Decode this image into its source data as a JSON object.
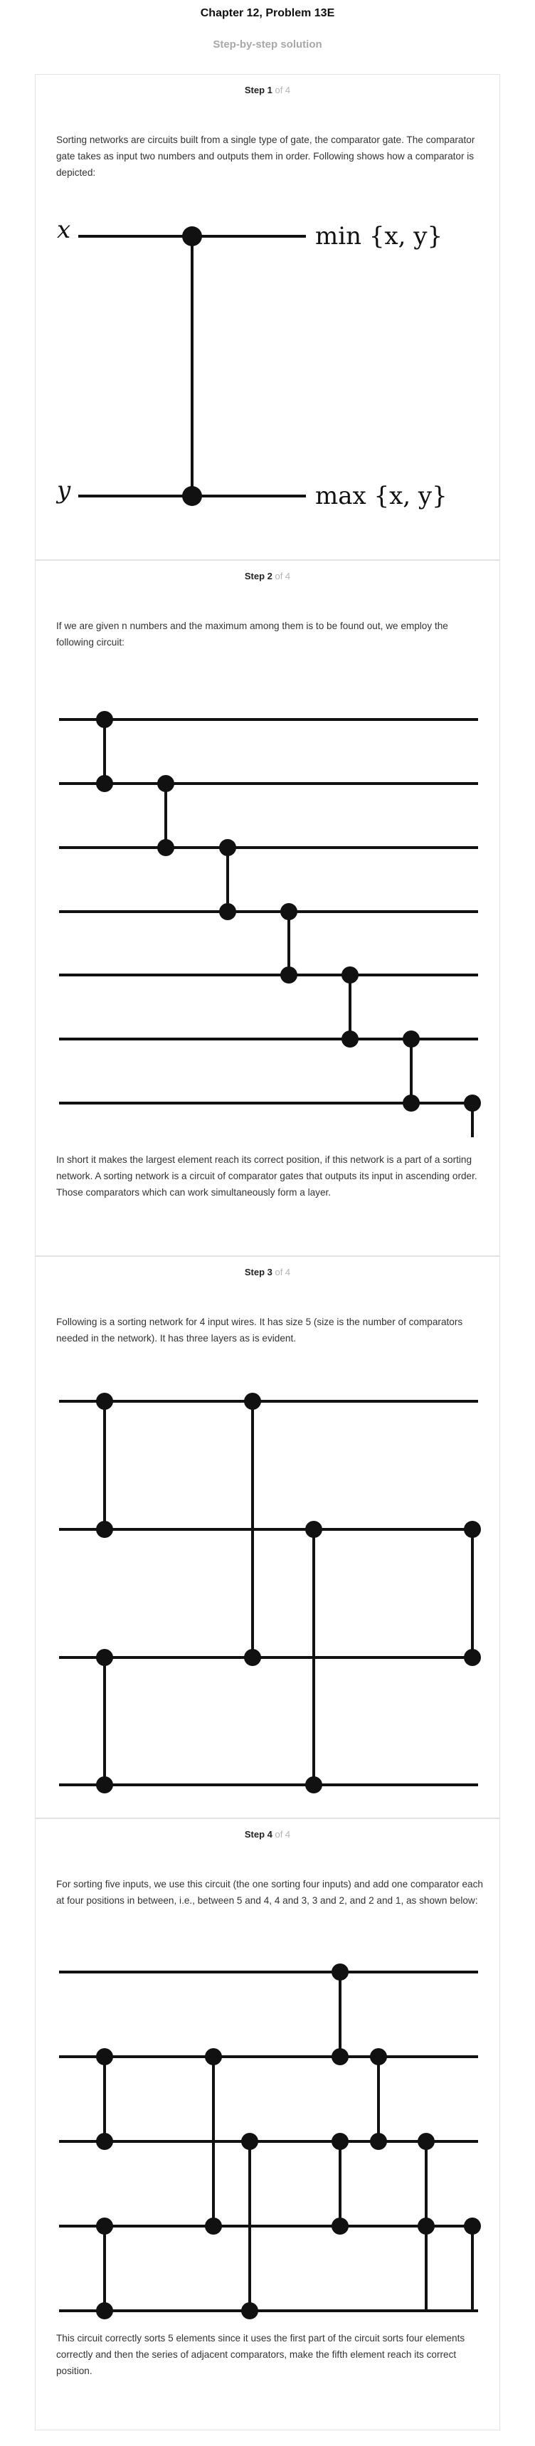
{
  "header": {
    "title": "Chapter 12, Problem 13E",
    "subtitle": "Step-by-step solution"
  },
  "steps": [
    {
      "label": "Step 1",
      "of": " of 4",
      "paragraphs": [
        "Sorting networks are circuits built from a single type of gate, the comparator gate. The comparator gate takes as input two numbers and outputs them in order. Following shows how a comparator is depicted:"
      ],
      "figure": {
        "in_top": "x",
        "in_bottom": "y",
        "out_top": "min {x, y}",
        "out_bottom": "max {x, y}"
      }
    },
    {
      "label": "Step 2",
      "of": " of 4",
      "paragraphs": [
        "If we are given n numbers and the maximum among them is to be found out, we employ the following circuit:",
        "In short it makes the largest element reach its correct position, if this network is a part of a sorting network. A sorting network is a circuit of comparator gates that outputs its input in ascending order. Those comparators which can work simultaneously form a layer."
      ]
    },
    {
      "label": "Step 3",
      "of": " of 4",
      "paragraphs": [
        "Following is a sorting network for 4 input wires. It has size 5 (size is the number of comparators needed in the network). It has three layers as is evident."
      ]
    },
    {
      "label": "Step 4",
      "of": " of 4",
      "paragraphs": [
        "For sorting five inputs, we use this circuit (the one sorting four inputs) and add one comparator each at four positions in between, i.e., between 5 and 4, 4 and 3, 3 and 2, and 2 and 1, as shown below:",
        "This circuit correctly sorts 5 elements since it uses the first part of the circuit sorts four elements correctly and then the series of adjacent comparators, make the fifth element reach its correct position."
      ]
    }
  ]
}
